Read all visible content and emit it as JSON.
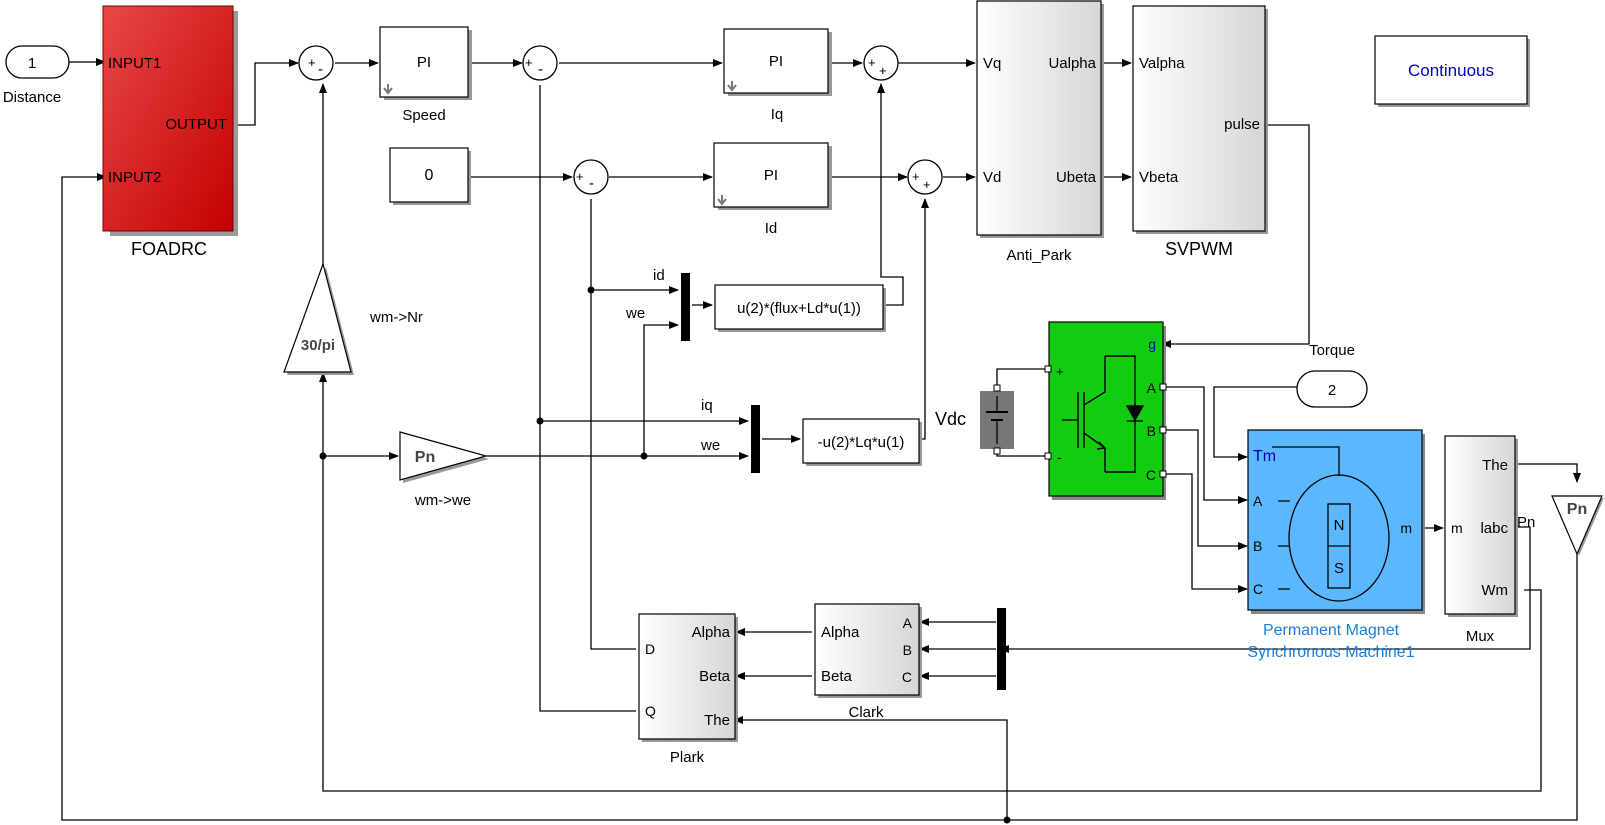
{
  "solver": "Continuous",
  "ports": {
    "distance_value": "1",
    "distance_label": "Distance",
    "torque_value": "2",
    "torque_label": "Torque"
  },
  "constant_zero": "0",
  "foadrc": {
    "name": "FOADRC",
    "in1": "INPUT1",
    "in2": "INPUT2",
    "out": "OUTPUT"
  },
  "pi_blocks": {
    "label": "PI",
    "speed": "Speed",
    "iq": "Iq",
    "id": "Id"
  },
  "sum": {
    "plus": "+",
    "minus": "-"
  },
  "gain_nr": {
    "value": "30/pi",
    "label": "wm->Nr"
  },
  "gain_we": {
    "value": "Pn",
    "label": "wm->we"
  },
  "gain_pn": {
    "value": "Pn"
  },
  "fcn_q": "u(2)*(flux+Ld*u(1))",
  "fcn_d": "-u(2)*Lq*u(1)",
  "signals": {
    "id": "id",
    "we1": "we",
    "iq": "iq",
    "we2": "we",
    "pn_out": "Pn"
  },
  "anti_park": {
    "name": "Anti_Park",
    "in_q": "Vq",
    "in_d": "Vd",
    "out_alpha": "Ualpha",
    "out_beta": "Ubeta"
  },
  "svpwm": {
    "name": "SVPWM",
    "in_alpha": "Valpha",
    "in_beta": "Vbeta",
    "out": "pulse"
  },
  "vdc": {
    "name": "Vdc"
  },
  "inverter": {
    "g": "g",
    "a": "A",
    "b": "B",
    "c": "C",
    "plus": "+",
    "minus": "-"
  },
  "pmsm": {
    "name_line1": "Permanent Magnet",
    "name_line2": "Synchronous Machine1",
    "tm": "Tm",
    "a": "A",
    "b": "B",
    "c": "C",
    "m": "m",
    "n": "N",
    "s": "S"
  },
  "mux": {
    "name": "Mux",
    "in": "m",
    "out1": "The",
    "out2": "labc",
    "out3": "Wm"
  },
  "clark": {
    "name": "Clark",
    "a": "A",
    "b": "B",
    "c": "C",
    "alpha": "Alpha",
    "beta": "Beta"
  },
  "plark": {
    "name": "Plark",
    "d": "D",
    "q": "Q",
    "alpha": "Alpha",
    "beta": "Beta",
    "the": "The"
  },
  "colors": {
    "foadrc": "#cc1111",
    "inverter": "#11cc11",
    "pmsm": "#5bb8ff",
    "pmsm_text": "#1a7ed8",
    "solver_text": "#0000cc"
  }
}
